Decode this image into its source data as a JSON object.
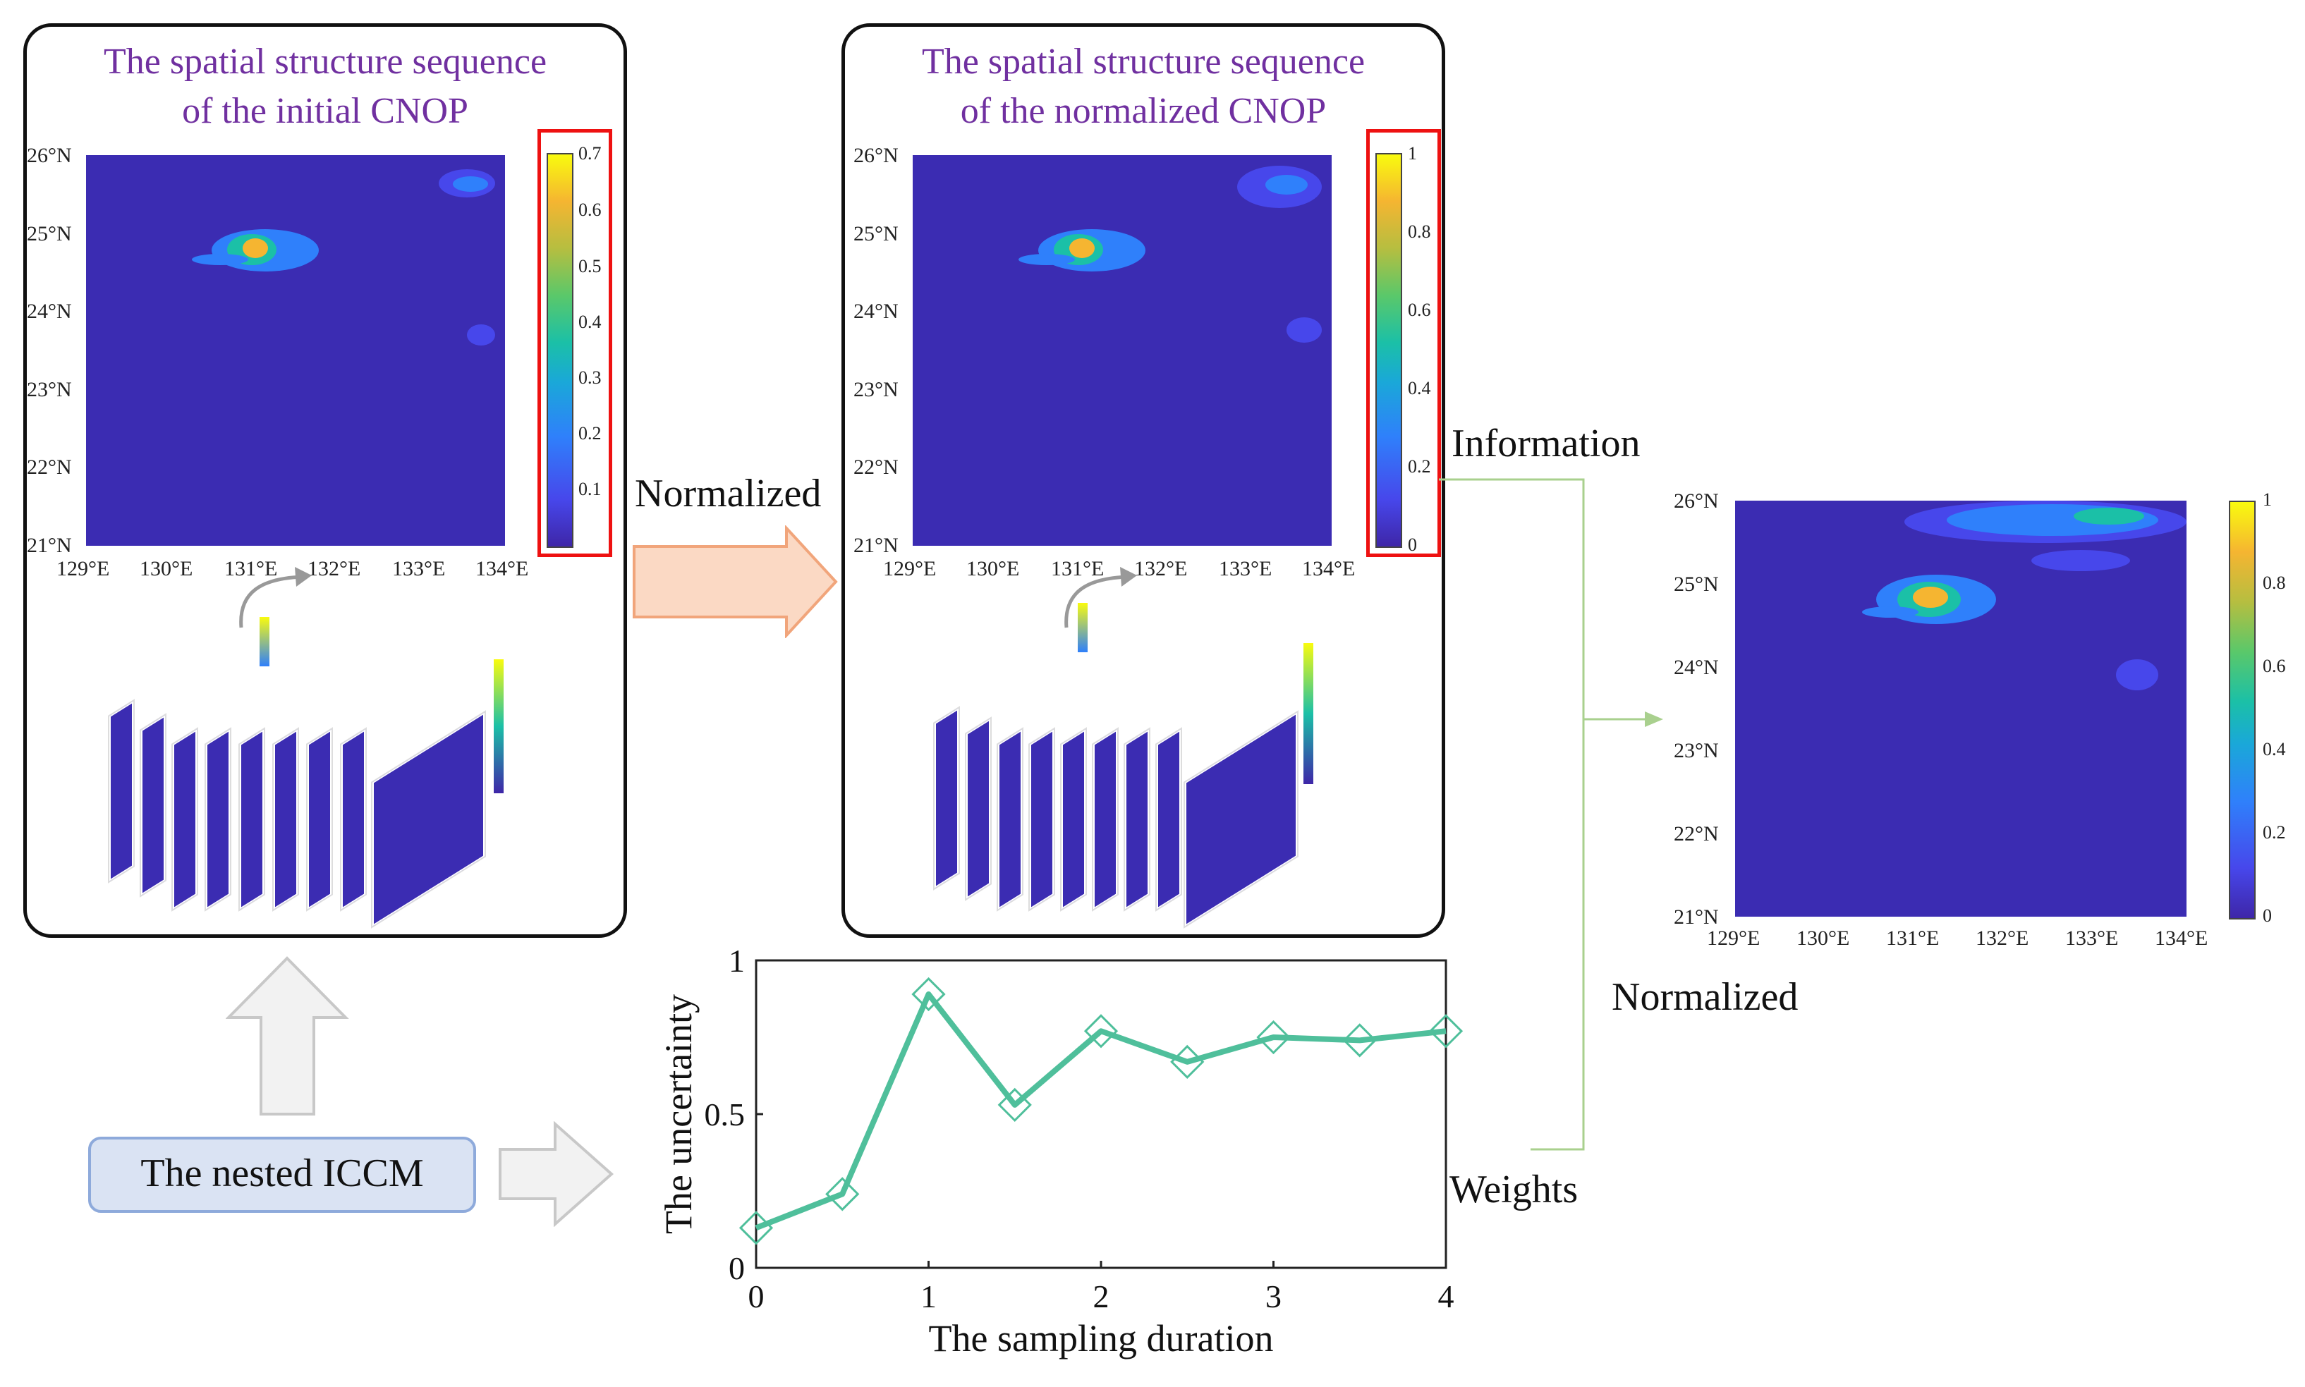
{
  "panel_left": {
    "title_line1": "The spatial structure sequence",
    "title_line2": "of the initial CNOP"
  },
  "panel_mid": {
    "title_line1": "The spatial structure sequence",
    "title_line2": "of the normalized CNOP"
  },
  "map_ticks": {
    "lat": [
      "26°N",
      "25°N",
      "24°N",
      "23°N",
      "22°N",
      "21°N"
    ],
    "lon": [
      "129°E",
      "130°E",
      "131°E",
      "132°E",
      "133°E",
      "134°E"
    ]
  },
  "colorbar_left": [
    "0.7",
    "0.6",
    "0.5",
    "0.4",
    "0.3",
    "0.2",
    "0.1"
  ],
  "colorbar_mid": [
    "1",
    "0.8",
    "0.6",
    "0.4",
    "0.2",
    "0"
  ],
  "colorbar_right": [
    "1",
    "0.8",
    "0.6",
    "0.4",
    "0.2",
    "0"
  ],
  "labels": {
    "normalized_arrow": "Normalized",
    "information": "Information",
    "weights": "Weights",
    "normalized_right": "Normalized",
    "iccm": "The nested ICCM"
  },
  "colors": {
    "title": "#7030a0",
    "map_bg": "#3b2cb2",
    "series": "#4fbf9b",
    "highlight_box": "#e11111",
    "arrow_fill": "#fbd9c4"
  },
  "chart_data": {
    "type": "line",
    "x": [
      0,
      0.5,
      1,
      1.5,
      2,
      2.5,
      3,
      3.5,
      4
    ],
    "series": [
      {
        "values": [
          0.13,
          0.24,
          0.89,
          0.53,
          0.77,
          0.67,
          0.75,
          0.74,
          0.77
        ]
      }
    ],
    "xlabel": "The sampling duration",
    "ylabel": "The uncertainty",
    "xlim": [
      0,
      4
    ],
    "ylim": [
      0,
      1
    ],
    "xticks": [
      "0",
      "1",
      "2",
      "3",
      "4"
    ],
    "yticks": [
      "0",
      "0.5",
      "1"
    ],
    "marker": "diamond",
    "grid": false
  }
}
